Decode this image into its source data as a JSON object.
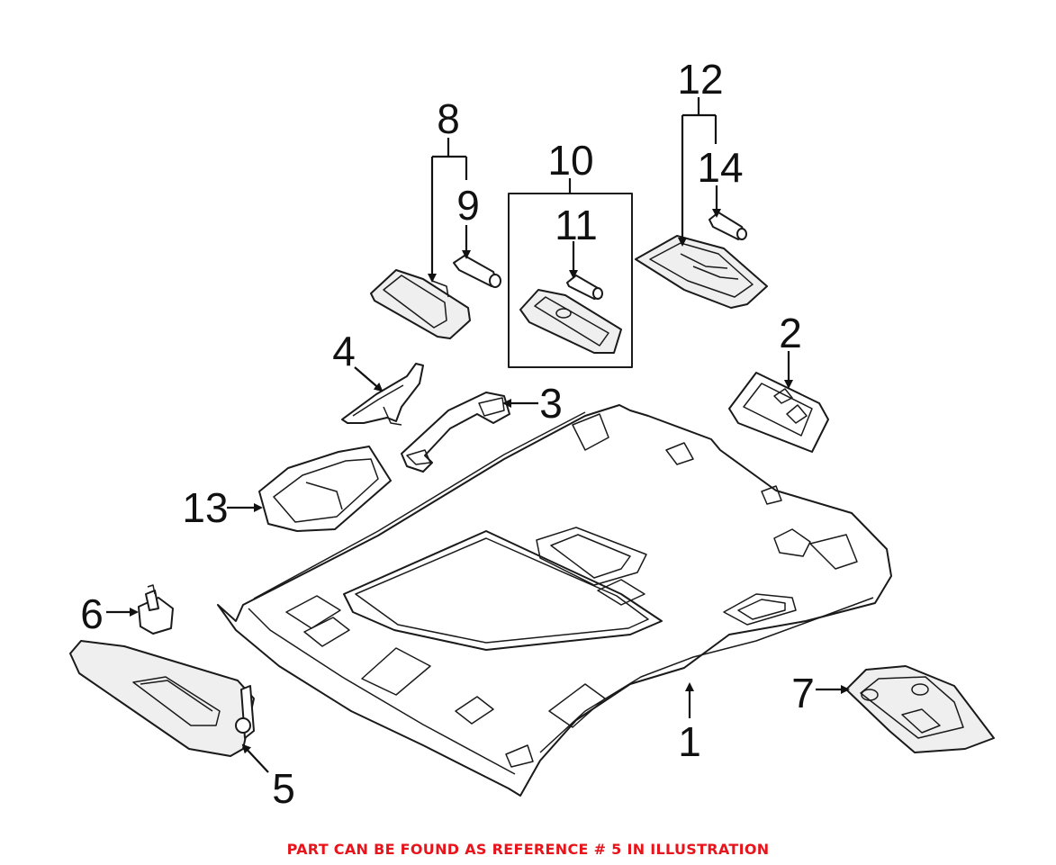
{
  "callouts": {
    "c1": "1",
    "c2": "2",
    "c3": "3",
    "c4": "4",
    "c5": "5",
    "c6": "6",
    "c7": "7",
    "c8": "8",
    "c9": "9",
    "c10": "10",
    "c11": "11",
    "c12": "12",
    "c13": "13",
    "c14": "14"
  },
  "footer_note": "PART CAN BE FOUND AS REFERENCE # 5 IN ILLUSTRATION",
  "colors": {
    "note": "#e8141b",
    "line": "#1a1a1a"
  }
}
